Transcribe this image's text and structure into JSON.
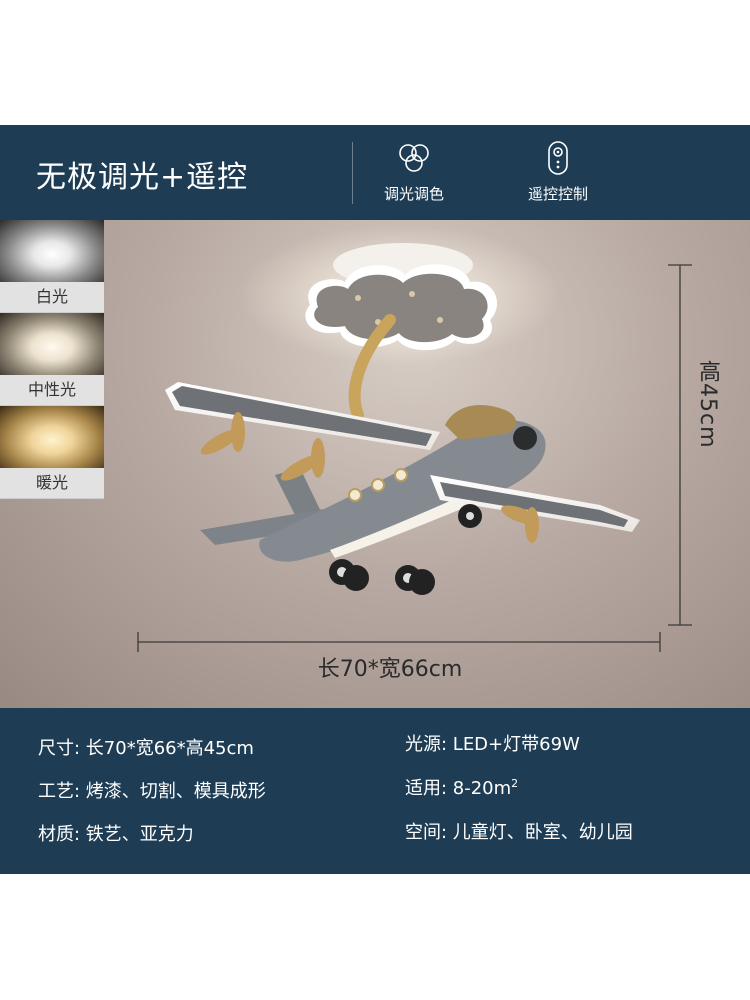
{
  "header": {
    "title": "无极调光+遥控",
    "features": [
      {
        "label": "调光调色",
        "icon": "color-circles-icon"
      },
      {
        "label": "遥控控制",
        "icon": "remote-control-icon"
      }
    ]
  },
  "swatches": [
    {
      "label": "白光"
    },
    {
      "label": "中性光"
    },
    {
      "label": "暖光"
    }
  ],
  "dimensions": {
    "height": "高45cm",
    "width": "长70*宽66cm"
  },
  "specs": {
    "size": "尺寸: 长70*宽66*高45cm",
    "craft": "工艺: 烤漆、切割、模具成形",
    "material": "材质: 铁艺、亚克力",
    "light_source": "光源: LED+灯带69W",
    "area_prefix": "适用: 8-20m",
    "area_sup": "2",
    "space": "空间: 儿童灯、卧室、幼儿园"
  },
  "colors": {
    "band": "#1e3d55",
    "wall": "#b8aaa3",
    "plane": "#7d8388",
    "gold": "#c9a45c"
  }
}
